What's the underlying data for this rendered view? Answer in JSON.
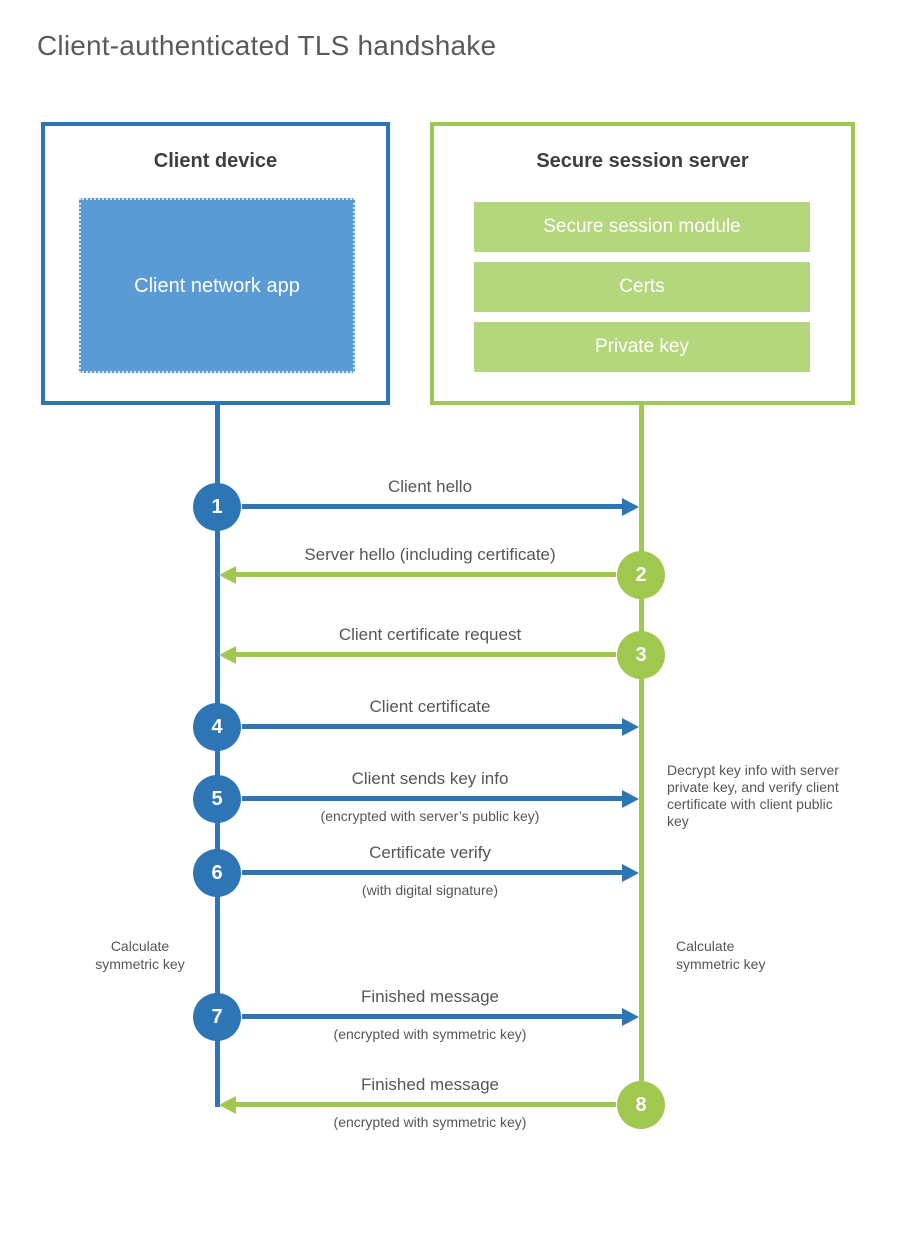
{
  "title": "Client-authenticated TLS handshake",
  "colors": {
    "blue": "#2e75b6",
    "blue_fill": "#5b9bd5",
    "green": "#a0c84e",
    "green_fill": "#b4d77d",
    "text_gray": "#55565a",
    "text_dark": "#3d3e40"
  },
  "client": {
    "title": "Client device",
    "app_label": "Client network app"
  },
  "server": {
    "title": "Secure session server",
    "modules": [
      "Secure session module",
      "Certs",
      "Private key"
    ]
  },
  "messages": [
    {
      "num": "1",
      "label": "Client hello",
      "sub": "",
      "dir": "right"
    },
    {
      "num": "2",
      "label": "Server hello (including certificate)",
      "sub": "",
      "dir": "left"
    },
    {
      "num": "3",
      "label": "Client certificate request",
      "sub": "",
      "dir": "left"
    },
    {
      "num": "4",
      "label": "Client certificate",
      "sub": "",
      "dir": "right"
    },
    {
      "num": "5",
      "label": "Client sends key info",
      "sub": "(encrypted with server’s public key)",
      "dir": "right"
    },
    {
      "num": "6",
      "label": "Certificate verify",
      "sub": "(with digital signature)",
      "dir": "right"
    },
    {
      "num": "7",
      "label": "Finished message",
      "sub": "(encrypted with symmetric key)",
      "dir": "right"
    },
    {
      "num": "8",
      "label": "Finished message",
      "sub": "(encrypted with symmetric key)",
      "dir": "left"
    }
  ],
  "annotations": {
    "decrypt_note": "Decrypt key info with server private key, and verify client certificate with client public key",
    "calc_left": "Calculate symmetric key",
    "calc_right": "Calculate symmetric key"
  }
}
